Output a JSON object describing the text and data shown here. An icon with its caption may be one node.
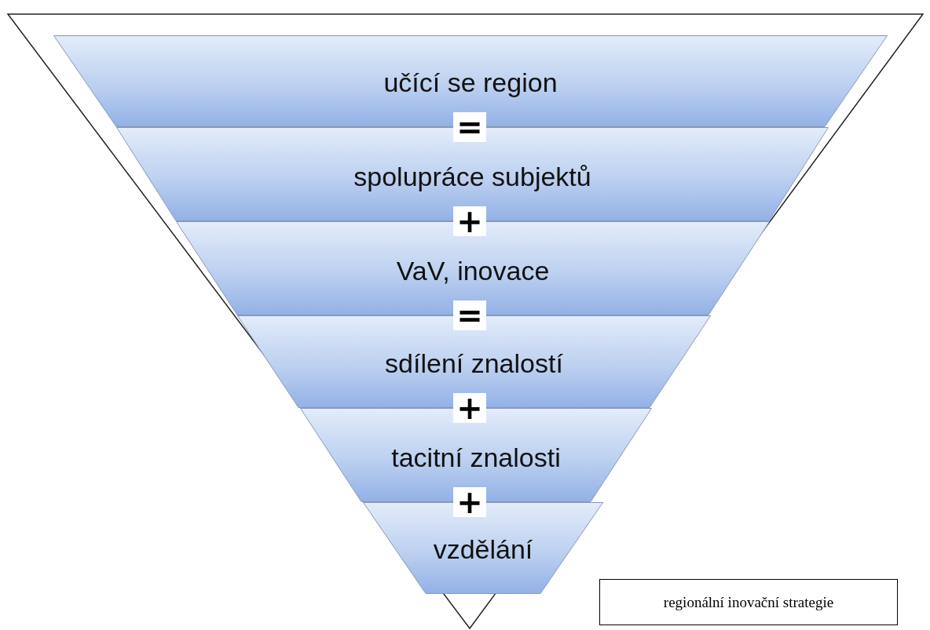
{
  "diagram": {
    "nodes": [
      {
        "text": [
          "učící se region"
        ]
      },
      {
        "text": [
          "spolupráce subjektů"
        ]
      },
      {
        "text": [
          "VaV, inovace"
        ]
      },
      {
        "text": [
          "sdílení znalostí"
        ]
      },
      {
        "text": [
          "tacitní znalosti"
        ]
      },
      {
        "text": [
          "vzdělání"
        ]
      },
      {
        "text": [
          "regionální inovační strategie"
        ]
      }
    ],
    "edges": [],
    "labels": [
      "=",
      "+",
      "=",
      "+",
      "+"
    ]
  }
}
